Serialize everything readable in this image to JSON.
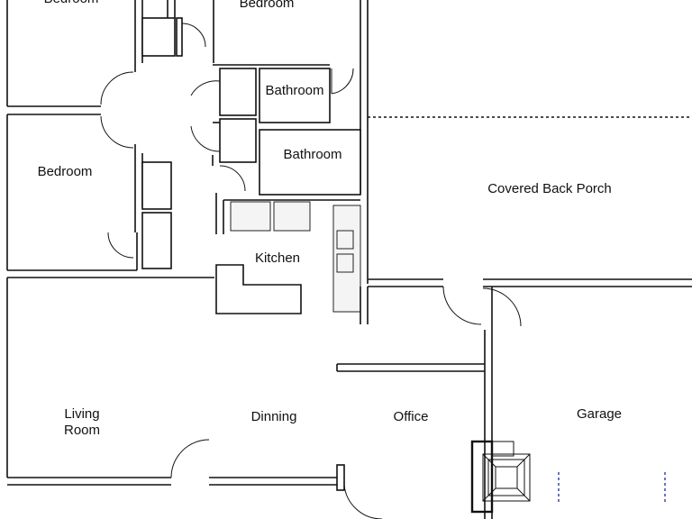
{
  "rooms": {
    "bedroom_top_left": "Bedroom",
    "bedroom_top": "Bedroom",
    "bathroom_upper": "Bathroom",
    "bathroom_lower": "Bathroom",
    "bedroom_left": "Bedroom",
    "kitchen": "Kitchen",
    "covered_back_porch": "Covered Back Porch",
    "living_room_line1": "Living",
    "living_room_line2": "Room",
    "dinning": "Dinning",
    "office": "Office",
    "garage": "Garage"
  }
}
